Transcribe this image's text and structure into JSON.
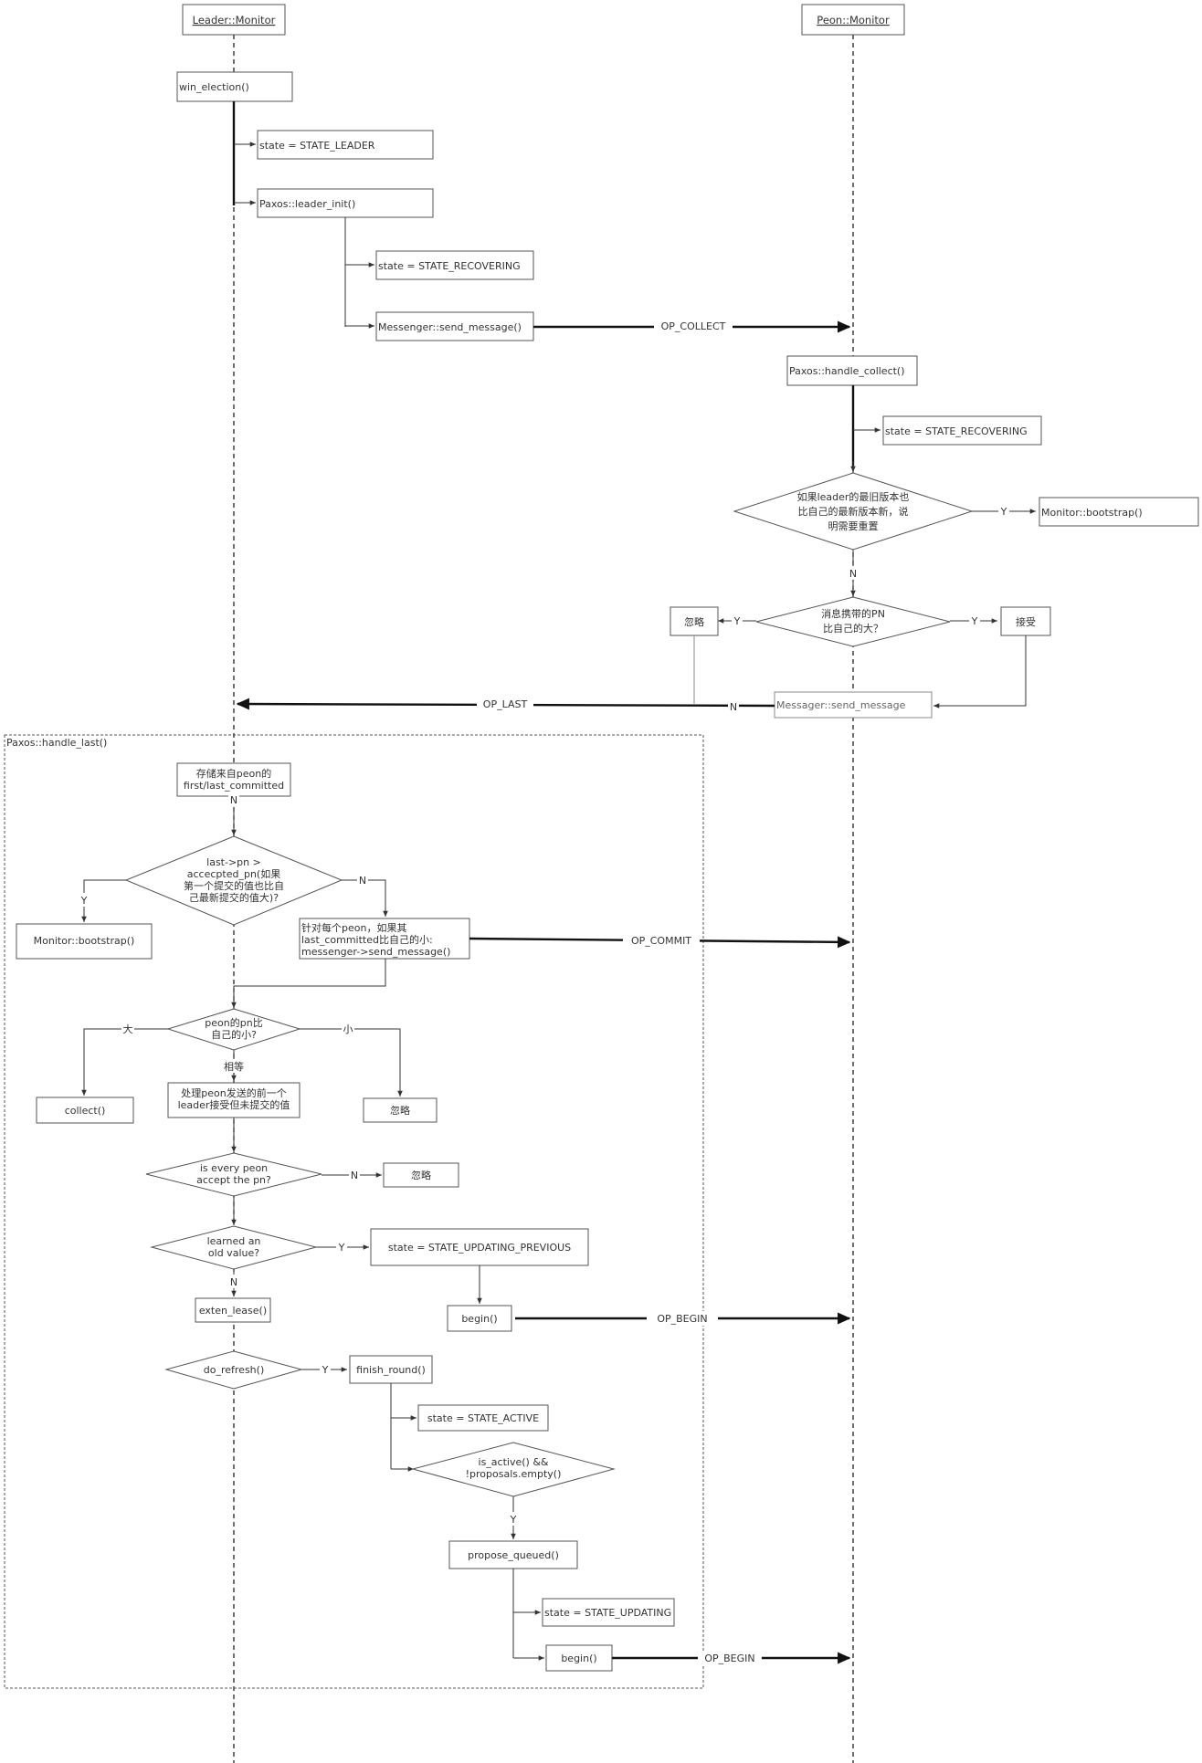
{
  "lanes": {
    "leader": "Leader::Monitor",
    "peon": "Peon::Monitor"
  },
  "frame": {
    "title": "Paxos::handle_last()"
  },
  "nodes": {
    "win_election": "win_election()",
    "state_leader": "state = STATE_LEADER",
    "leader_init": "Paxos::leader_init()",
    "state_recovering_leader": "state = STATE_RECOVERING",
    "send_message": "Messenger::send_message()",
    "handle_collect": "Paxos::handle_collect()",
    "state_recovering_peon": "state = STATE_RECOVERING",
    "check_oldest": [
      "如果leader的最旧版本也",
      "比自己的最新版本新，说",
      "明需要重置"
    ],
    "peon_bootstrap": "Monitor::bootstrap()",
    "check_pn": [
      "消息携带的PN",
      "比自己的大？"
    ],
    "ignore_peon": "忽略",
    "accept_peon": "接受",
    "peon_send": "Messager::send_message",
    "store_first_last": [
      "存储来自peon的",
      "first/last_committed"
    ],
    "check_accepted": [
      "last->pn >",
      "accecpted_pn(如果",
      "第一个提交的值也比自",
      "己最新提交的值大)?"
    ],
    "leader_bootstrap": "Monitor::bootstrap()",
    "for_each_peon": [
      "针对每个peon，如果其",
      "last_committed比自己的小:",
      "messenger->send_message()"
    ],
    "peon_pn_cmp": [
      "peon的pn比",
      "自己的小?"
    ],
    "collect": "collect()",
    "handle_uncommitted": [
      "处理peon发送的前一个",
      "leader接受但未提交的值"
    ],
    "ignore_small": "忽略",
    "every_peon_accept": [
      "is every peon",
      "accept the pn?"
    ],
    "ignore_accept": "忽略",
    "learned_old": [
      "learned an",
      "old value?"
    ],
    "state_updating_previous": "state = STATE_UPDATING_PREVIOUS",
    "exten_lease": "exten_lease()",
    "begin_1": "begin()",
    "do_refresh": "do_refresh()",
    "finish_round": "finish_round()",
    "state_active": "state = STATE_ACTIVE",
    "is_active": [
      "is_active() &&",
      "!proposals.empty()"
    ],
    "propose_queued": "propose_queued()",
    "state_updating": "state = STATE_UPDATING",
    "begin_2": "begin()"
  },
  "messages": {
    "op_collect": "OP_COLLECT",
    "op_last": "OP_LAST",
    "op_commit": "OP_COMMIT",
    "op_begin_1": "OP_BEGIN",
    "op_begin_2": "OP_BEGIN"
  },
  "edge_labels": {
    "bootstrap_y": "Y",
    "oldest_n": "N",
    "pn_ignore_y": "Y",
    "pn_accept_y": "Y",
    "pn_n": "N",
    "store_n": "N",
    "accepted_n": "N",
    "accepted_y": "Y",
    "cmp_big": "大",
    "cmp_small": "小",
    "cmp_equal": "相等",
    "accept_n": "N",
    "learned_y": "Y",
    "learned_n": "N",
    "refresh_y": "Y",
    "active_y": "Y"
  }
}
